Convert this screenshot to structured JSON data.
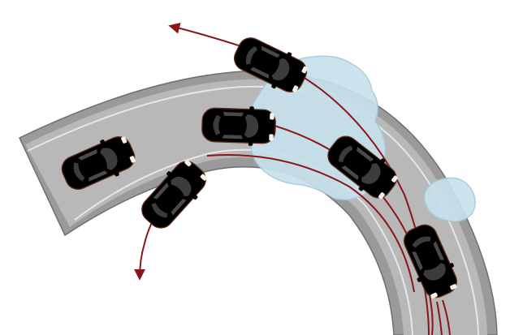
{
  "scene": {
    "background": "#ffffff",
    "road": {
      "outer_color": "#9a9a9a",
      "asphalt_color": "#b8b8b8",
      "edge_line_color": "#e6e6e6",
      "edge_stroke": "#6f6f6f"
    },
    "water": {
      "fill": "#c7e1ec",
      "stroke": "#a7c9d8",
      "count": 2
    },
    "paths": {
      "color": "#8b1518",
      "count": 6
    },
    "cars": [
      {
        "role": "skidding-outward-top",
        "color": "#a8d3e6",
        "shade": "#7fb3cb",
        "icon": "blue-car-icon"
      },
      {
        "role": "on-road-left",
        "color": "#e8581e",
        "shade": "#c2410c",
        "icon": "orange-car-icon"
      },
      {
        "role": "on-road-center",
        "color": "#e8581e",
        "shade": "#c2410c",
        "icon": "orange-car-icon"
      },
      {
        "role": "spinning-inward-bottom",
        "color": "#a8d3e6",
        "shade": "#7fb3cb",
        "icon": "blue-car-icon"
      },
      {
        "role": "on-road-right",
        "color": "#e8581e",
        "shade": "#c2410c",
        "icon": "orange-car-icon"
      },
      {
        "role": "on-road-bottom",
        "color": "#e8581e",
        "shade": "#c2410c",
        "icon": "orange-car-icon"
      }
    ]
  }
}
